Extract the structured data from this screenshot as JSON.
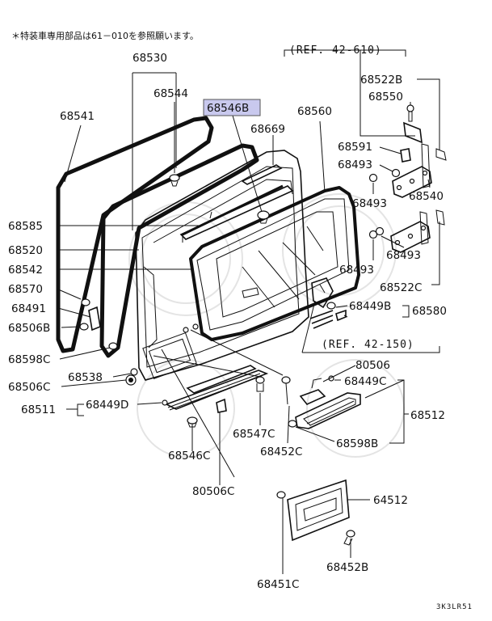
{
  "note": "＊特装車専用部品は61－010を参照願います。",
  "refs": {
    "top": "(REF.  42-610)",
    "middle": "(REF.  42-150)"
  },
  "labels": {
    "p68530": "68530",
    "p68544": "68544",
    "p68546B": "68546B",
    "p68541": "68541",
    "p68560": "68560",
    "p68669": "68669",
    "p68522B": "68522B",
    "p68550": "68550",
    "p68591": "68591",
    "p68493a": "68493",
    "p68493b": "68493",
    "p68540": "68540",
    "p68493c": "68493",
    "p68493d": "68493",
    "p68522C": "68522C",
    "p68585": "68585",
    "p68520": "68520",
    "p68542": "68542",
    "p68570": "68570",
    "p68491": "68491",
    "p68506B": "68506B",
    "p68598C": "68598C",
    "p68506C": "68506C",
    "p68538": "68538",
    "p68511": "68511",
    "p68449D": "68449D",
    "p68449B": "68449B",
    "p68580": "68580",
    "p80506a": "80506",
    "p68449C": "68449C",
    "p68512": "68512",
    "p68547C": "68547C",
    "p68452C": "68452C",
    "p68598B": "68598B",
    "p68546C": "68546C",
    "p80506C": "80506C",
    "p64512": "64512",
    "p68452B": "68452B",
    "p68451C": "68451C"
  },
  "diagram_code": "3K3LR51",
  "highlight_color": "#c9c9ee"
}
